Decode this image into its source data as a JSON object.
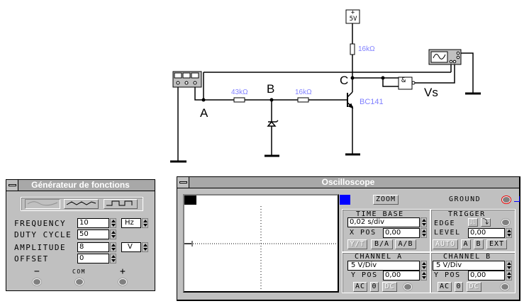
{
  "schematic": {
    "supply": {
      "plus": "+",
      "voltage": "5V"
    },
    "nodes": [
      "A",
      "B",
      "C"
    ],
    "output_label": "Vs",
    "resistors": [
      "16kΩ",
      "43kΩ",
      "16kΩ"
    ],
    "transistor": "BC141",
    "gate_symbol": "&"
  },
  "function_generator": {
    "title": "Générateur de fonctions",
    "waveforms": [
      "sine",
      "triangle",
      "square"
    ],
    "fields": [
      {
        "label": "FREQUENCY",
        "value": "10",
        "unit": "Hz"
      },
      {
        "label": "DUTY CYCLE",
        "value": "50"
      },
      {
        "label": "AMPLITUDE",
        "value": "8",
        "unit": "V"
      },
      {
        "label": "OFFSET",
        "value": "0"
      }
    ],
    "terminals": [
      "−",
      "COM",
      "+"
    ]
  },
  "oscilloscope": {
    "title": "Oscilloscope",
    "zoom": "ZOOM",
    "ground": "GROUND",
    "time_base": {
      "title": "TIME BASE",
      "value": "0,02 s/div",
      "xpos_label": "X POS",
      "xpos": "0,00",
      "buttons": [
        "Y/T",
        "B/A",
        "A/B"
      ]
    },
    "trigger": {
      "title": "TRIGGER",
      "edge_label": "EDGE",
      "level_label": "LEVEL",
      "level": "0,00",
      "buttons": [
        "AUTO",
        "A",
        "B",
        "EXT"
      ]
    },
    "channel_a": {
      "title": "CHANNEL A",
      "value": "5 V/Div",
      "ypos_label": "Y POS",
      "ypos": "0,00",
      "buttons": [
        "AC",
        "0",
        "DC"
      ]
    },
    "channel_b": {
      "title": "CHANNEL B",
      "value": "5 V/Div",
      "ypos_label": "Y POS",
      "ypos": "0,00",
      "buttons": [
        "AC",
        "0",
        "DC"
      ]
    }
  }
}
